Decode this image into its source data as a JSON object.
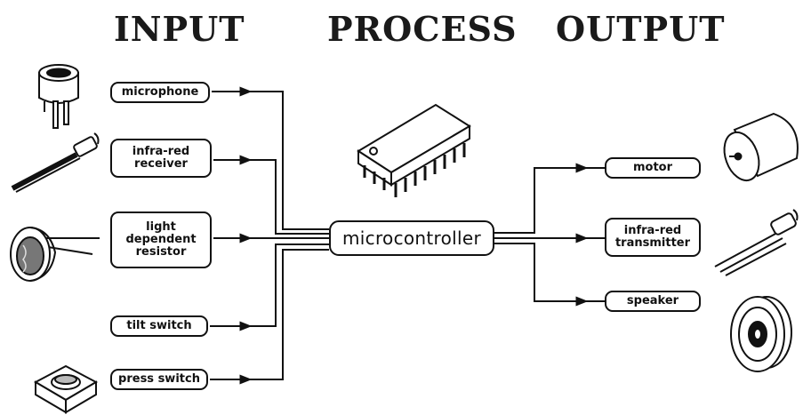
{
  "headings": {
    "input": "INPUT",
    "process": "PROCESS",
    "output": "OUTPUT"
  },
  "inputs": [
    {
      "label": "microphone",
      "icon": "microphone-icon"
    },
    {
      "label": "infra-red\nreceiver",
      "icon": "infrared-receiver-icon"
    },
    {
      "label": "light\ndependent\nresistor",
      "icon": "ldr-icon"
    },
    {
      "label": "tilt switch",
      "icon": ""
    },
    {
      "label": "press switch",
      "icon": "push-button-icon"
    }
  ],
  "process": {
    "label": "microcontroller",
    "icon": "ic-chip-icon"
  },
  "outputs": [
    {
      "label": "motor",
      "icon": "motor-icon"
    },
    {
      "label": "infra-red\ntransmitter",
      "icon": "infrared-led-icon"
    },
    {
      "label": "speaker",
      "icon": "speaker-icon"
    }
  ],
  "colors": {
    "line": "#111111",
    "background": "#ffffff"
  }
}
